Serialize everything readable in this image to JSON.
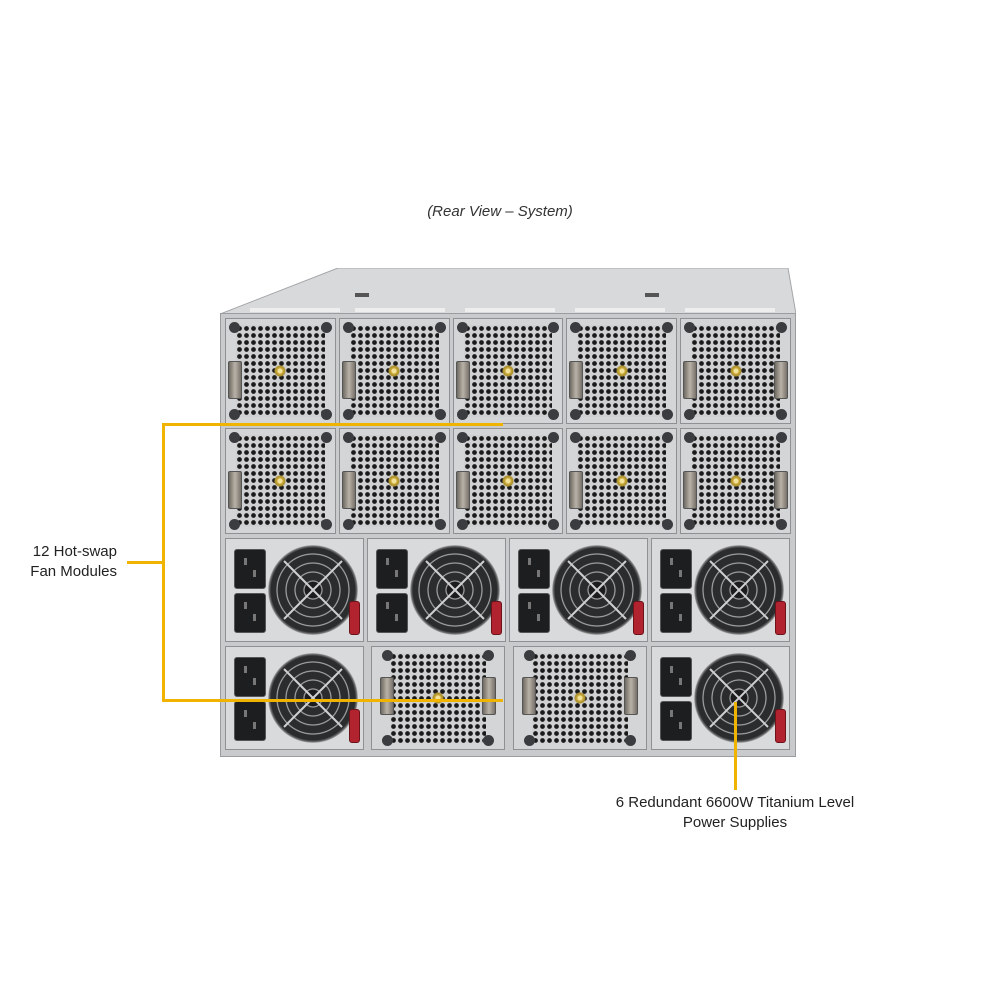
{
  "title": "(Rear View – System)",
  "callouts": {
    "fans": {
      "line1": "12 Hot-swap",
      "line2": "Fan Modules"
    },
    "psu": {
      "line1": "6 Redundant 6600W Titanium Level",
      "line2": "Power Supplies"
    }
  },
  "colors": {
    "callout_line": "#f0b400",
    "psu_latch": "#b1232e",
    "chassis": "#c9cacc"
  },
  "chassis": {
    "fan_rows": [
      {
        "modules": 5
      },
      {
        "modules": 5
      }
    ],
    "lower_bay": {
      "top_row": [
        "psu",
        "psu",
        "psu",
        "psu"
      ],
      "bottom_row": [
        "psu",
        "fan",
        "fan",
        "psu"
      ]
    }
  }
}
